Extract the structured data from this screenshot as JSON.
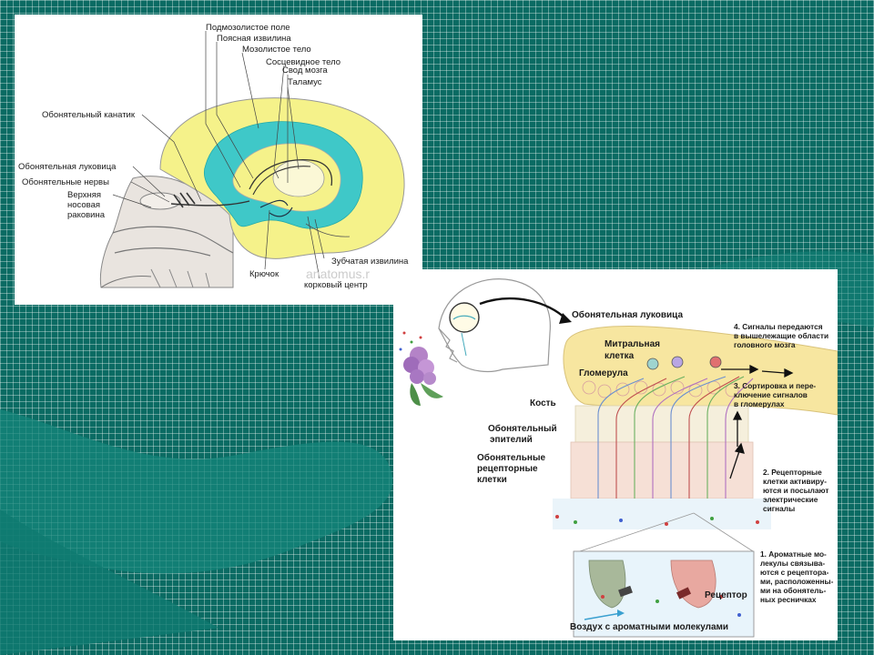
{
  "colors": {
    "background": "#0b6b63",
    "brain_yellow": "#f5f28a",
    "brain_cyan": "#3fc8c8",
    "bulb_yellow": "#f7e6a0"
  },
  "brain_diagram": {
    "labels": {
      "subcallosal_field": "Подмозолистое поле",
      "cingulate_gyrus": "Поясная извилина",
      "corpus_callosum": "Мозолистое тело",
      "mammillary_body": "Сосцевидное тело",
      "fornix": "Свод мозга",
      "thalamus": "Таламус",
      "olfactory_tract": "Обонятельный канатик",
      "olfactory_bulb": "Обонятельная луковица",
      "olfactory_nerves": "Обонятельные нервы",
      "upper_concha_1": "Верхняя",
      "upper_concha_2": "носовая",
      "upper_concha_3": "раковина",
      "dentate_gyrus": "Зубчатая извилина",
      "uncus": "Крючок",
      "cortical_center": "корковый центр",
      "watermark": "anatomus.r"
    }
  },
  "olfaction_diagram": {
    "labels": {
      "olfactory_bulb": "Обонятельная луковица",
      "mitral_1": "Митральная",
      "mitral_2": "клетка",
      "glomerulus": "Гломерула",
      "bone": "Кость",
      "epithelium_1": "Обонятельный",
      "epithelium_2": "эпителий",
      "receptor_cells_1": "Обонятельные",
      "receptor_cells_2": "рецепторные",
      "receptor_cells_3": "клетки",
      "step4_1": "4. Сигналы передаются",
      "step4_2": "в вышележащие области",
      "step4_3": "головного мозга",
      "step3_1": "3. Сортировка и пере-",
      "step3_2": "ключение сигналов",
      "step3_3": "в гломерулах",
      "step2_1": "2. Рецепторные",
      "step2_2": "клетки активиру-",
      "step2_3": "ются и посылают",
      "step2_4": "электрические",
      "step2_5": "сигналы",
      "step1_1": "1. Ароматные мо-",
      "step1_2": "лекулы связыва-",
      "step1_3": "ются с рецептора-",
      "step1_4": "ми, расположенны-",
      "step1_5": "ми на обонятель-",
      "step1_6": "ных ресничках",
      "receptor": "Рецептор",
      "air": "Воздух с ароматными молекулами"
    }
  }
}
